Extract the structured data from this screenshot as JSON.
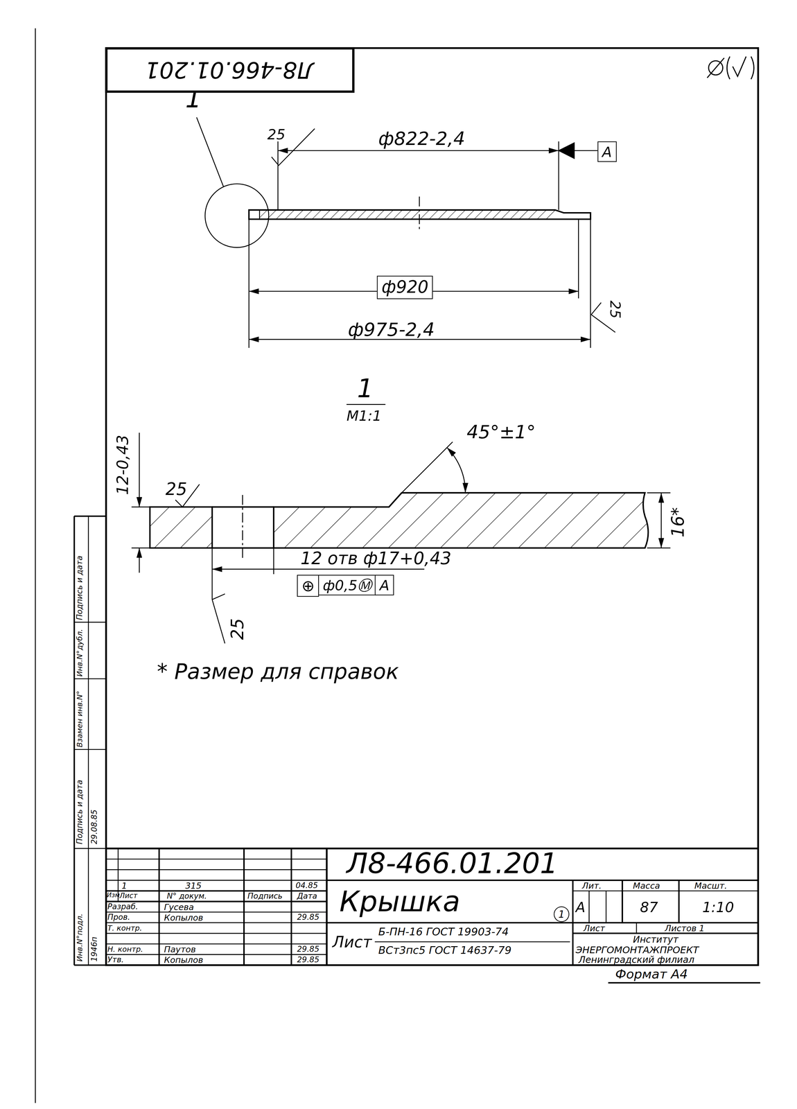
{
  "diagram": {
    "nodes": [
      {
        "text": [
          "Л8-466.01.201"
        ]
      },
      {
        "text": [
          "A"
        ]
      },
      {
        "text": [
          "ф920"
        ]
      },
      {
        "text": [
          "⊕"
        ]
      },
      {
        "text": [
          "ф0,5Ⓜ"
        ]
      },
      {
        "text": [
          "A"
        ]
      },
      {
        "text": [
          "1"
        ]
      }
    ],
    "labels": [
      "1",
      "25",
      "ф822-2,4",
      "ф975-2,4",
      "25",
      "1",
      "М1:1",
      "45°±1°",
      "12-0,43",
      "25",
      "16*",
      "12 отв ф17+0,43",
      "25",
      "* Размер для справок",
      "Инв.N°подл.",
      "Подпись и дата",
      "Взамен инв.N°",
      "Инв.N°дубл.",
      "Подпись и дата",
      "1946п",
      "29.08.85",
      "1",
      "315",
      "04.85",
      "Изм",
      "Лист",
      "N° докум.",
      "Подпись",
      "Дата",
      "Разраб.",
      "Гусева",
      "Пров.",
      "Копылов",
      "29.85",
      "Т. контр.",
      "Н. контр.",
      "Паутов",
      "29.85",
      "Утв.",
      "Копылов",
      "29.85",
      "Л8-466.01.201",
      "Крышка",
      "Лит.",
      "Масса",
      "Масшт.",
      "А",
      "87",
      "1:10",
      "Лист",
      "Листов 1",
      "Институт",
      "ЭНЕРГОМОНТАЖПРОЕКТ",
      "Ленинградский филиал",
      "Лист",
      "Б-ПН-16 ГОСТ 19903-74",
      "ВСт3пс5 ГОСТ 14637-79",
      "Формат А4"
    ]
  }
}
